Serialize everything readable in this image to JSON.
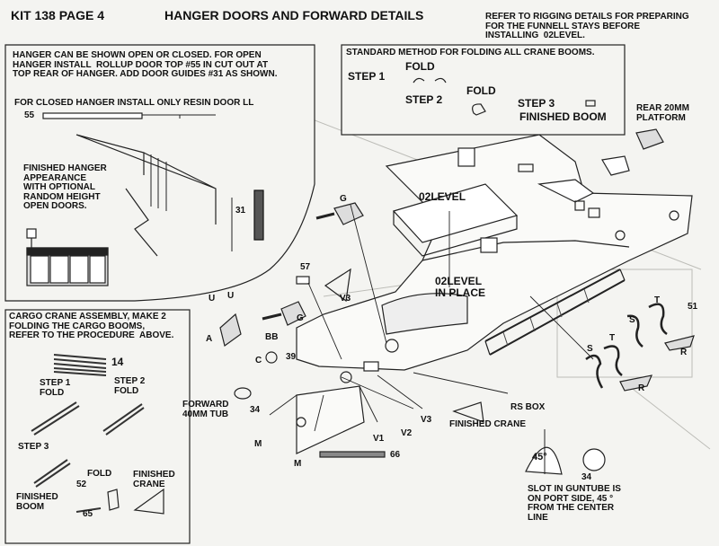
{
  "header": {
    "kit": "KIT 138 PAGE 4",
    "title": "HANGER DOORS AND FORWARD DETAILS",
    "rigging_note": "REFER TO RIGGING DETAILS FOR PREPARING\nFOR THE FUNNELL STAYS BEFORE\nINSTALLING  02LEVEL."
  },
  "hanger_box": {
    "instructions": "HANGER CAN BE SHOWN OPEN OR CLOSED. FOR OPEN\nHANGER INSTALL  ROLLUP DOOR TOP #55 IN CUT OUT AT\nTOP REAR OF HANGER. ADD DOOR GUIDES #31 AS SHOWN.",
    "closed_note": "FOR CLOSED  HANGER INSTALL  ONLY RESIN DOOR LL",
    "part_55": "55",
    "part_31": "31",
    "finished_note": "FINISHED HANGER\nAPPEARANCE\nWITH OPTIONAL\nRANDOM HEIGHT\nOPEN DOORS."
  },
  "fold_box": {
    "title": "STANDARD METHOD FOR FOLDING ALL CRANE BOOMS.",
    "step1": "STEP 1",
    "fold1": "FOLD",
    "step2": "STEP 2",
    "fold2": "FOLD",
    "step3": "STEP 3",
    "finished": "FINISHED BOOM"
  },
  "cargo_box": {
    "title": "CARGO CRANE ASSEMBLY, MAKE 2\nFOLDING THE CARGO BOOMS,\nREFER TO THE PROCEDURE  ABOVE.",
    "part_14": "14",
    "step1": "STEP 1\nFOLD",
    "step2": "STEP 2\nFOLD",
    "step3": "STEP 3",
    "finished_boom": "FINISHED\nBOOM",
    "fold": "FOLD",
    "part_52": "52",
    "part_65": "65",
    "finished_crane": "FINISHED\nCRANE"
  },
  "main": {
    "rear_platform": "REAR 20MM\nPLATFORM",
    "level02": "02LEVEL",
    "level02_in_place": "02LEVEL\nIN PLACE",
    "G1": "G",
    "G2": "G",
    "p57": "57",
    "V3a": "V3",
    "U1": "U",
    "U2": "U",
    "A": "A",
    "BB": "BB",
    "C": "C",
    "p39": "39",
    "forward_tub": "FORWARD\n40MM TUB",
    "p34a": "34",
    "M1": "M",
    "M2": "M",
    "V1": "V1",
    "V2": "V2",
    "V3b": "V3",
    "finished_crane": "FINISHED CRANE",
    "rs_box": "RS BOX",
    "p66": "66",
    "T1": "T",
    "T2": "T",
    "S1": "S",
    "S2": "S",
    "R1": "R",
    "R2": "R",
    "p51": "51",
    "deg45": "45°",
    "p34b": "34",
    "slot_note": "SLOT IN GUNTUBE IS\nON PORT SIDE, 45 °\nFROM THE CENTER\nLINE"
  }
}
